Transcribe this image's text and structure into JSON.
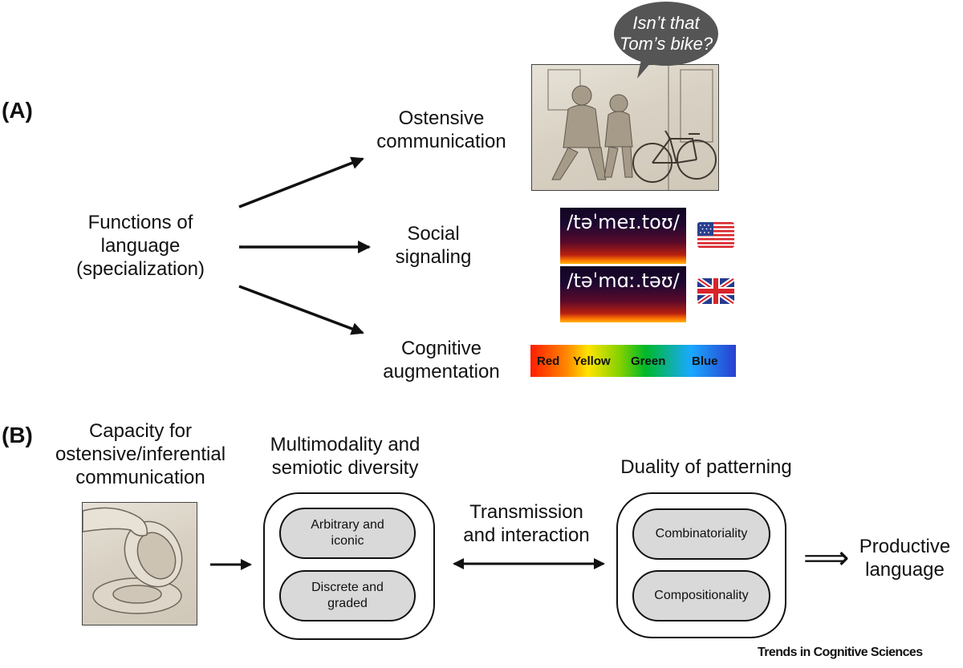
{
  "panel_a": {
    "label": "(A)",
    "source": "Functions of language (specialization)",
    "source_lines": [
      "Functions of",
      "language",
      "(specialization)"
    ],
    "functions": [
      {
        "id": "ostensive",
        "lines": [
          "Ostensive",
          "communication"
        ]
      },
      {
        "id": "social",
        "lines": [
          "Social",
          "signaling"
        ]
      },
      {
        "id": "cognitive",
        "lines": [
          "Cognitive",
          "augmentation"
        ]
      }
    ],
    "speech_bubble": [
      "Isn’t that",
      "Tom’s bike?"
    ],
    "illustration_ostensive": "sketch of two people looking at a bicycle",
    "pronunciations": [
      {
        "ipa": "/təˈmeɪ.toʊ/",
        "flag": "us-flag-icon",
        "variety": "American English"
      },
      {
        "ipa": "/təˈmɑː.təʊ/",
        "flag": "uk-flag-icon",
        "variety": "British English"
      }
    ],
    "color_terms": [
      "Red",
      "Yellow",
      "Green",
      "Blue"
    ]
  },
  "panel_b": {
    "label": "(B)",
    "capacity_lines": [
      "Capacity for",
      "ostensive/inferential",
      "communication"
    ],
    "illustration_capacity": "sketch of a hand tipping a cup over a saucer",
    "multimodality_title_lines": [
      "Multimodality and",
      "semiotic diversity"
    ],
    "multimodality_items": [
      {
        "lines": [
          "Arbitrary and",
          "iconic"
        ]
      },
      {
        "lines": [
          "Discrete and",
          "graded"
        ]
      }
    ],
    "transmission_lines": [
      "Transmission",
      "and interaction"
    ],
    "duality_title": "Duality of patterning",
    "duality_items": [
      "Combinatoriality",
      "Compositionality"
    ],
    "implies_symbol": "⟹",
    "result_lines": [
      "Productive",
      "language"
    ]
  },
  "credit": "Trends in Cognitive Sciences",
  "colors": {
    "ink": "#111111",
    "bubble": "#555555",
    "pill_fill": "#d9d9d9"
  }
}
